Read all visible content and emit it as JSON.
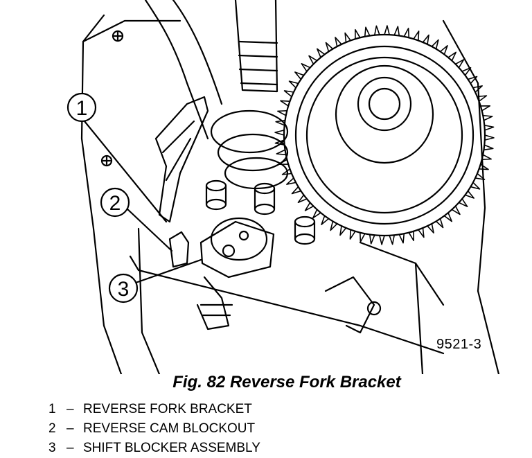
{
  "figure": {
    "code": "9521-3",
    "caption": "Fig. 82 Reverse Fork Bracket"
  },
  "callouts": [
    {
      "number": "1",
      "label": "REVERSE FORK BRACKET"
    },
    {
      "number": "2",
      "label": "REVERSE CAM BLOCKOUT"
    },
    {
      "number": "3",
      "label": "SHIFT BLOCKER ASSEMBLY"
    }
  ],
  "legend_separator": "–"
}
